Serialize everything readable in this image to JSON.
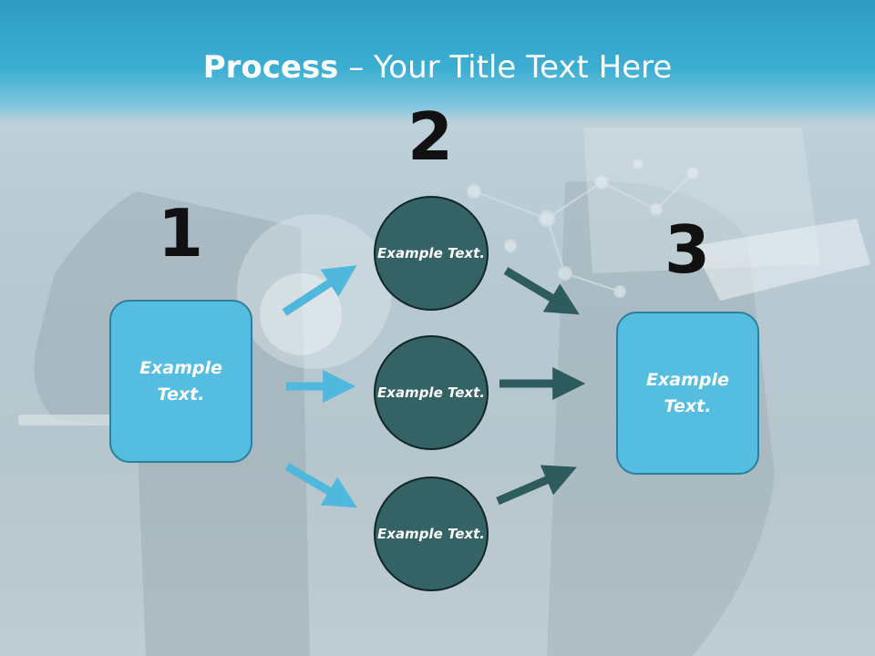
{
  "title": {
    "bold": "Process",
    "rest": " – Your Title Text Here"
  },
  "steps": {
    "one": "1",
    "two": "2",
    "three": "3"
  },
  "nodes": {
    "start": "Example Text.",
    "middle_top": "Example Text.",
    "middle_center": "Example Text.",
    "middle_bottom": "Example Text.",
    "end": "Example Text."
  },
  "colors": {
    "header": "#3aaed2",
    "box_fill": "#55bde0",
    "circle_fill": "#346265",
    "arrow_light": "#4fb8dc",
    "arrow_dark": "#2e5b5e"
  }
}
